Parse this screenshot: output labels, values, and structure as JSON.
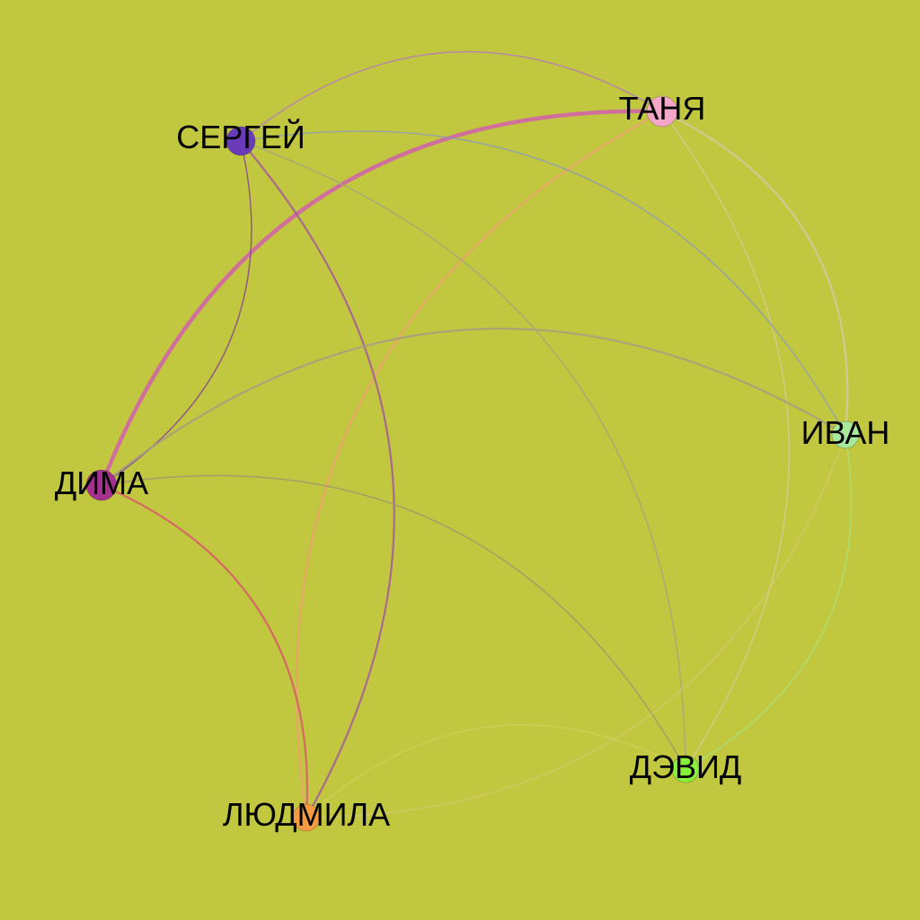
{
  "graph": {
    "background": "#c1c840",
    "nodes": [
      {
        "id": "tanya",
        "label": "ТАНЯ",
        "color": "#f4a6c8"
      },
      {
        "id": "sergey",
        "label": "СЕРГЕЙ",
        "color": "#6a3bb8"
      },
      {
        "id": "ivan",
        "label": "ИВАН",
        "color": "#a8e89a"
      },
      {
        "id": "dima",
        "label": "ДИМА",
        "color": "#a5318f"
      },
      {
        "id": "david",
        "label": "ДЭВИД",
        "color": "#88f03a"
      },
      {
        "id": "lyudmila",
        "label": "ЛЮДМИЛА",
        "color": "#f39a43"
      }
    ],
    "edges": [
      {
        "source": "sergey",
        "target": "tanya",
        "color": "#b47cb8",
        "weight": 1
      },
      {
        "source": "dima",
        "target": "tanya",
        "color": "#d35fad",
        "weight": 3
      },
      {
        "source": "lyudmila",
        "target": "tanya",
        "color": "#eda26e",
        "weight": 1.5
      },
      {
        "source": "tanya",
        "target": "ivan",
        "color": "#d4c9a0",
        "weight": 1.5
      },
      {
        "source": "tanya",
        "target": "david",
        "color": "#d2cc92",
        "weight": 1
      },
      {
        "source": "sergey",
        "target": "ivan",
        "color": "#8f9eb0",
        "weight": 1
      },
      {
        "source": "sergey",
        "target": "dima",
        "color": "#87498f",
        "weight": 1
      },
      {
        "source": "sergey",
        "target": "lyudmila",
        "color": "#a45c9a",
        "weight": 1.5
      },
      {
        "source": "sergey",
        "target": "david",
        "color": "#a5a77a",
        "weight": 1
      },
      {
        "source": "dima",
        "target": "ivan",
        "color": "#a69d80",
        "weight": 1.5
      },
      {
        "source": "dima",
        "target": "lyudmila",
        "color": "#d75a6a",
        "weight": 1.5
      },
      {
        "source": "dima",
        "target": "david",
        "color": "#a1956e",
        "weight": 1
      },
      {
        "source": "ivan",
        "target": "lyudmila",
        "color": "#d3c76c",
        "weight": 1
      },
      {
        "source": "ivan",
        "target": "david",
        "color": "#a8e07a",
        "weight": 1
      },
      {
        "source": "lyudmila",
        "target": "david",
        "color": "#cdd05a",
        "weight": 1
      }
    ]
  }
}
